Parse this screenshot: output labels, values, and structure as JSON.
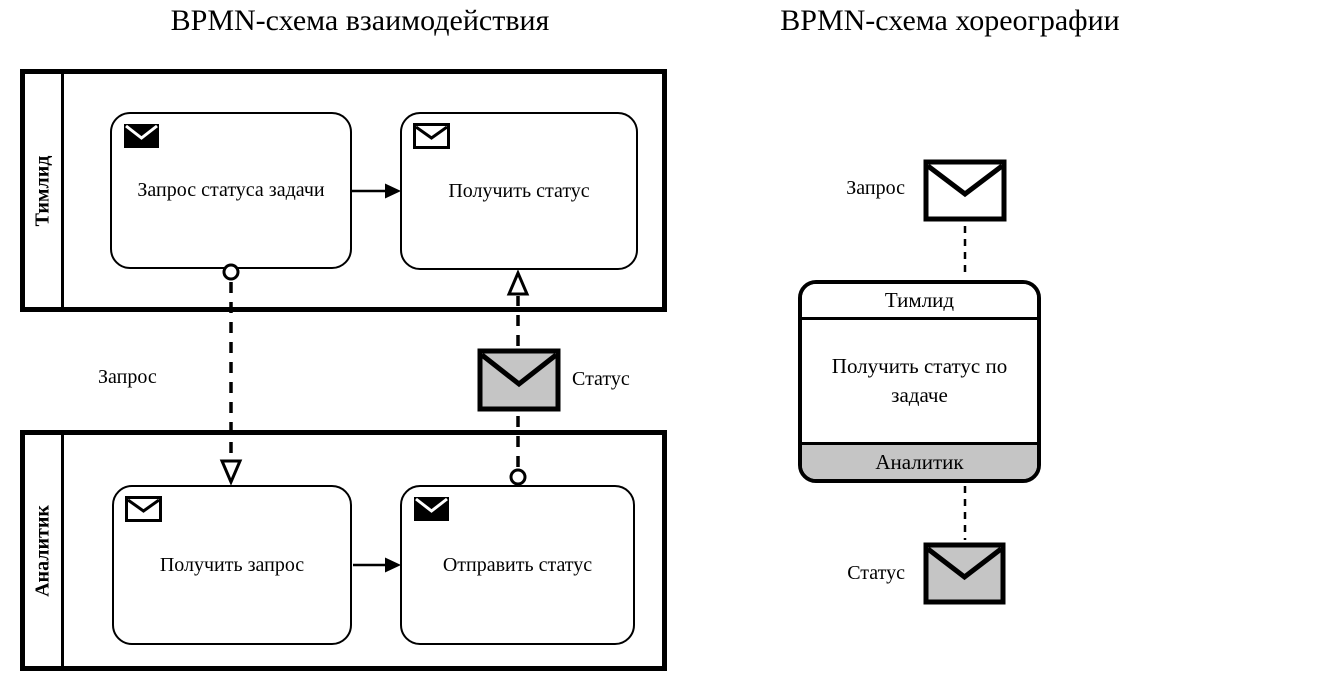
{
  "colors": {
    "ink": "#000000",
    "background": "#ffffff",
    "gray_fill": "#c5c5c5"
  },
  "collaboration": {
    "title": "BPMN-схема взаимодействия",
    "pools": [
      {
        "label": "Тимлид",
        "tasks": [
          {
            "label": "Запрос статуса задачи",
            "icon": "envelope-filled-icon",
            "task_type": "send-message"
          },
          {
            "label": "Получить статус",
            "icon": "envelope-outline-icon",
            "task_type": "receive-message"
          }
        ]
      },
      {
        "label": "Аналитик",
        "tasks": [
          {
            "label": "Получить запрос",
            "icon": "envelope-outline-icon",
            "task_type": "receive-message"
          },
          {
            "label": "Отправить статус",
            "icon": "envelope-filled-icon",
            "task_type": "send-message"
          }
        ]
      }
    ],
    "message_flows": [
      {
        "label": "Запрос",
        "from": "Запрос статуса задачи",
        "to": "Получить запрос"
      },
      {
        "label": "Статус",
        "from": "Отправить статус",
        "to": "Получить статус",
        "envelope": "gray"
      }
    ]
  },
  "choreography": {
    "title": "BPMN-схема хореографии",
    "task": {
      "top_band": "Тимлид",
      "name": "Получить статус по задаче",
      "bottom_band": "Аналитик"
    },
    "messages": [
      {
        "label": "Запрос",
        "fill": "white"
      },
      {
        "label": "Статус",
        "fill": "gray"
      }
    ]
  }
}
